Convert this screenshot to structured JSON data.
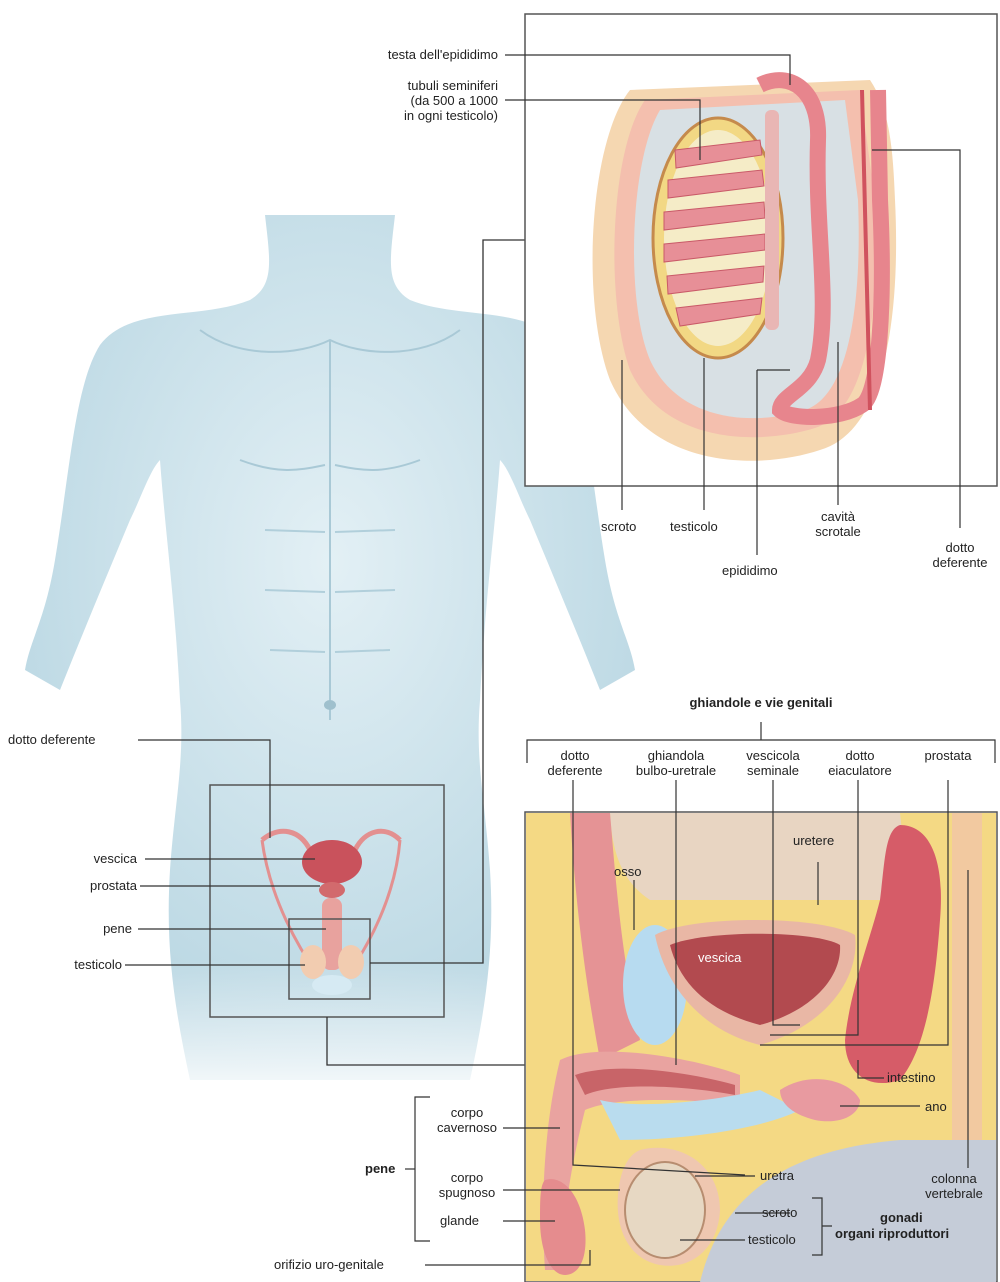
{
  "labels": {
    "testa_epididimo": "testa dell'epididimo",
    "tubuli_1": "tubuli seminiferi",
    "tubuli_2": "(da 500 a 1000",
    "tubuli_3": "in ogni testicolo)",
    "scroto_top": "scroto",
    "testicolo_top": "testicolo",
    "epididimo": "epididimo",
    "cavita_1": "cavità",
    "cavita_2": "scrotale",
    "dotto_def_top_1": "dotto",
    "dotto_def_top_2": "deferente",
    "ghiandole_title": "ghiandole e vie genitali",
    "g_dotto_1": "dotto",
    "g_dotto_2": "deferente",
    "g_ghiandola_1": "ghiandola",
    "g_ghiandola_2": "bulbo-uretrale",
    "g_vescicola_1": "vescicola",
    "g_vescicola_2": "seminale",
    "g_eiac_1": "dotto",
    "g_eiac_2": "eiaculatore",
    "g_prostata": "prostata",
    "body_dotto_deferente": "dotto deferente",
    "body_vescica": "vescica",
    "body_prostata": "prostata",
    "body_pene": "pene",
    "body_testicolo": "testicolo",
    "uretere": "uretere",
    "osso": "osso",
    "vescica_in": "vescica",
    "intestino": "intestino",
    "ano": "ano",
    "corpo_cav_1": "corpo",
    "corpo_cav_2": "cavernoso",
    "pene_group": "pene",
    "corpo_spu_1": "corpo",
    "corpo_spu_2": "spugnoso",
    "glande": "glande",
    "orifizio": "orifizio uro-genitale",
    "uretra": "uretra",
    "colonna_1": "colonna",
    "colonna_2": "vertebrale",
    "scroto_bottom": "scroto",
    "testicolo_bottom": "testicolo",
    "gonadi": "gonadi",
    "organi": "organi riproduttori"
  },
  "colors": {
    "body": "#cde3ec",
    "skin_layer": "#f6cf9e",
    "tissue": "#e98f8a",
    "organ_red": "#c5545a",
    "fat": "#f1d36b",
    "blue_tissue": "#b8dcef",
    "line": "#333333"
  }
}
